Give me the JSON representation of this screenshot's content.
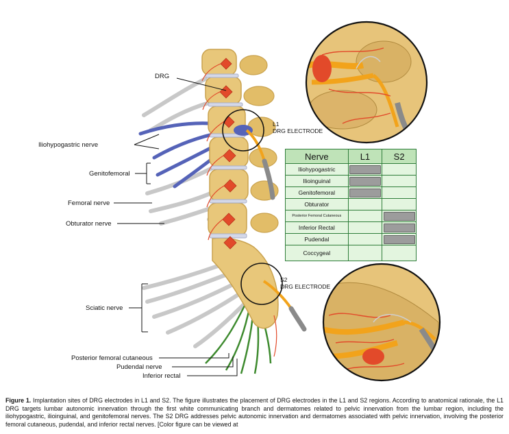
{
  "figure": {
    "labels": {
      "drg": "DRG",
      "iliohypogastric_nerve": "Iliohypogastric nerve",
      "genitofemoral": "Genitofemoral",
      "femoral_nerve": "Femoral nerve",
      "obturator_nerve": "Obturator nerve",
      "sciatic_nerve": "Sciatic nerve",
      "posterior_femoral_cutaneous": "Posterior femoral cutaneous",
      "pudendal_nerve": "Pudendal nerve",
      "inferior_rectal": "Inferior rectal",
      "l1": "L1",
      "l1_electrode": "DRG ELECTRODE",
      "s2": "S2",
      "s2_electrode": "DRG ELECTRODE"
    },
    "colors": {
      "bone": "#e8c77a",
      "bone_dark": "#c9a24e",
      "nerve_gray": "#cfcfcf",
      "nerve_blue": "#5563b8",
      "nerve_green": "#3d8a2e",
      "drg_red": "#e24a2a",
      "lead_orange": "#f2a31b",
      "lead_gray": "#8a8a8a"
    }
  },
  "table": {
    "headers": [
      "Nerve",
      "L1",
      "S2"
    ],
    "rows": [
      {
        "nerve": "Iliohypogastric",
        "l1": true,
        "s2": false
      },
      {
        "nerve": "Ilioinguinal",
        "l1": true,
        "s2": false
      },
      {
        "nerve": "Genitofemoral",
        "l1": true,
        "s2": false
      },
      {
        "nerve": "Obturator",
        "l1": false,
        "s2": false
      },
      {
        "nerve": "Posterior Femoral Cutaneous",
        "l1": false,
        "s2": true
      },
      {
        "nerve": "Inferior Rectal",
        "l1": false,
        "s2": true
      },
      {
        "nerve": "Pudendal",
        "l1": false,
        "s2": true
      },
      {
        "nerve": "Coccygeal",
        "l1": false,
        "s2": false
      }
    ]
  },
  "caption": {
    "label": "Figure 1.",
    "text": "Implantation sites of DRG electrodes in L1 and S2. The figure illustrates the placement of DRG electrodes in the L1 and S2 regions. According to anatomical rationale, the L1 DRG targets lumbar autonomic innervation through the first white communicating branch and dermatomes related to pelvic innervation from the lumbar region, including the iliohypogastric, ilioinguinal, and genitofemoral nerves. The S2 DRG addresses pelvic autonomic innervation and dermatomes associated with pelvic innervation, involving the posterior femoral cutaneous, pudendal, and inferior rectal nerves. [Color figure can be viewed at"
  }
}
